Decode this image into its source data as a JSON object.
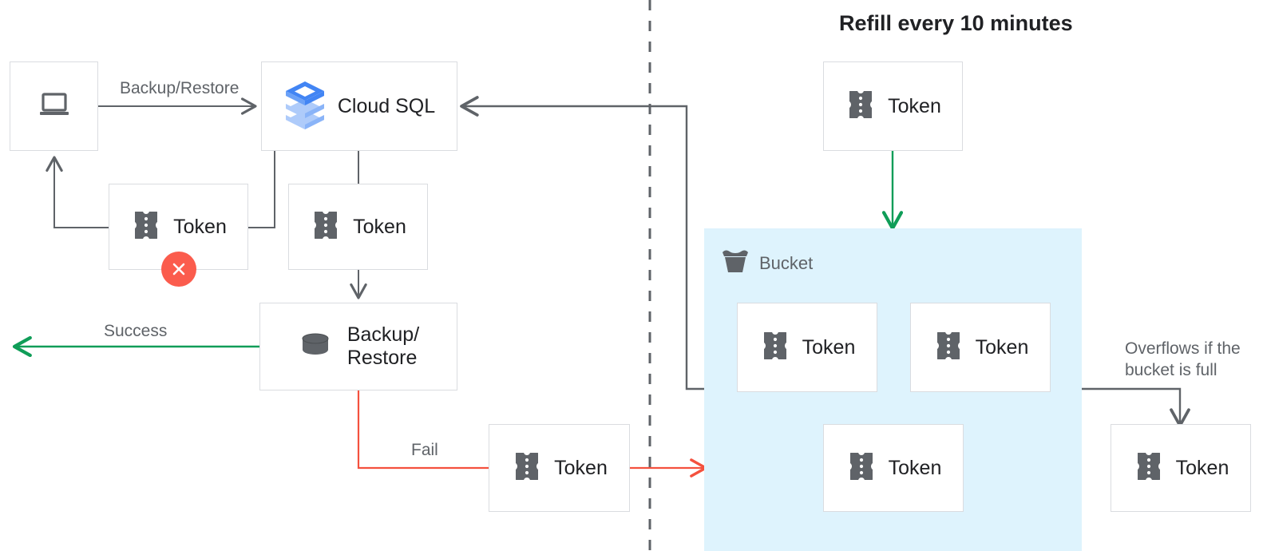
{
  "title": "Refill every 10 minutes",
  "colors": {
    "bucket_fill": "#def3fd",
    "box_border": "#dadce0",
    "gray_wire": "#5f6368",
    "green_wire": "#0f9d58",
    "red_wire": "#f4513e",
    "error_badge": "#fb5c4d",
    "icon_gray": "#5f6368",
    "text_primary": "#202124",
    "text_secondary": "#5f6368",
    "cloudsql_blue_dark": "#4285f4",
    "cloudsql_blue_mid": "#8ab4f8",
    "cloudsql_blue_light": "#aecbfa"
  },
  "nodes": {
    "client": {
      "label": "",
      "icon": "laptop-icon"
    },
    "cloudsql": {
      "label": "Cloud SQL",
      "icon": "cloud-sql-icon"
    },
    "token_failed": {
      "label": "Token",
      "icon": "token-icon",
      "status": "error"
    },
    "token_consumed": {
      "label": "Token",
      "icon": "token-icon"
    },
    "backup_restore": {
      "label": "Backup/\nRestore",
      "icon": "database-icon"
    },
    "token_fail_return": {
      "label": "Token",
      "icon": "token-icon"
    },
    "token_refill": {
      "label": "Token",
      "icon": "token-icon"
    },
    "bucket_token_1": {
      "label": "Token",
      "icon": "token-icon"
    },
    "bucket_token_2": {
      "label": "Token",
      "icon": "token-icon"
    },
    "bucket_token_3": {
      "label": "Token",
      "icon": "token-icon"
    },
    "token_overflow": {
      "label": "Token",
      "icon": "token-icon"
    }
  },
  "bucket": {
    "label": "Bucket",
    "icon": "bucket-icon"
  },
  "edges": {
    "backup_restore_label": "Backup/Restore",
    "success_label": "Success",
    "fail_label": "Fail",
    "overflow_label": "Overflows if the\nbucket is full"
  }
}
